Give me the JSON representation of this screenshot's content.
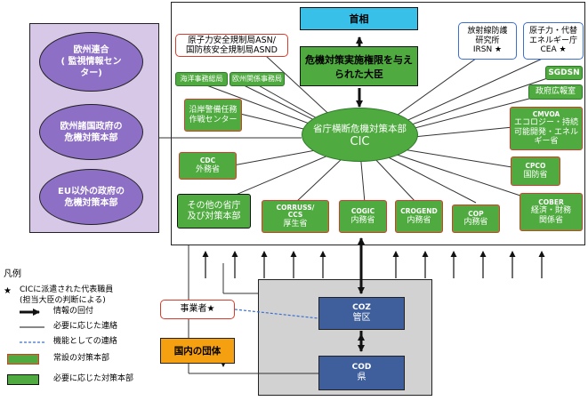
{
  "pm": "首相",
  "crisis_minister": "危機対策実施権限を与えられた大臣",
  "asn_asnd": [
    "原子力安全規制局ASN/",
    "国防核安全規制局ASND"
  ],
  "irsn": [
    "放射線防護",
    "研究所",
    "IRSN ★"
  ],
  "cea": [
    "原子力・代替",
    "エネルギー庁",
    "CEA ★"
  ],
  "maritime": "海洋事務総局",
  "eu_relations": "欧州関係事務局",
  "coast_guard": [
    "沿岸警備任務",
    "作戦センター"
  ],
  "sgdsn": "SGDSN",
  "press": "政府広報室",
  "cmvoa": {
    "code": "CMVOA",
    "label": [
      "エコロジー・持続",
      "可能開発・エネル",
      "ギー省"
    ]
  },
  "cic": {
    "label": "省庁横断危機対策本部",
    "code": "CIC"
  },
  "cdc": {
    "code": "CDC",
    "label": "外務省"
  },
  "other": [
    "その他の省庁",
    "及び対策本部"
  ],
  "corruss": {
    "code": "CORRUSS/",
    "code2": "CCS",
    "label": "厚生省"
  },
  "cogic": {
    "code": "COGIC",
    "label": "内務省"
  },
  "crogend": {
    "code": "CROGEND",
    "label": "内務省"
  },
  "cop": {
    "code": "COP",
    "label": "内務省"
  },
  "cpco": {
    "code": "CPCO",
    "label": "国防省"
  },
  "cober": {
    "code": "COBER",
    "label": [
      "経済・財務",
      "関係省"
    ]
  },
  "eu_union": [
    "欧州連合",
    "( 監視情報セン",
    "ター)"
  ],
  "eu_states": [
    "欧州諸国政府の",
    "危機対策本部"
  ],
  "non_eu": [
    "EU以外の政府の",
    "危機対策本部"
  ],
  "operator": "事業者★",
  "domestic": "国内の団体",
  "coz": {
    "code": "COZ",
    "label": "管区"
  },
  "cod": {
    "code": "COD",
    "label": "県"
  },
  "legend": {
    "title": "凡例",
    "star": "CICに派遣された代表職員",
    "star_sub": "(担当大臣の判断による)",
    "info": "情報の回付",
    "as_needed": "必要に応じた連絡",
    "functional": "機能としての連絡",
    "permanent": "常設の対策本部",
    "temporary": "必要に応じた対策本部"
  },
  "colors": {
    "green": "#4faa3f",
    "purple": "#8e6fc6",
    "lavender": "#d8c8e8",
    "cyan": "#38c0e8",
    "navy": "#3f5f9c",
    "orange": "#f5a011",
    "gray": "#d2d2d2",
    "red": "#d93b2b"
  }
}
